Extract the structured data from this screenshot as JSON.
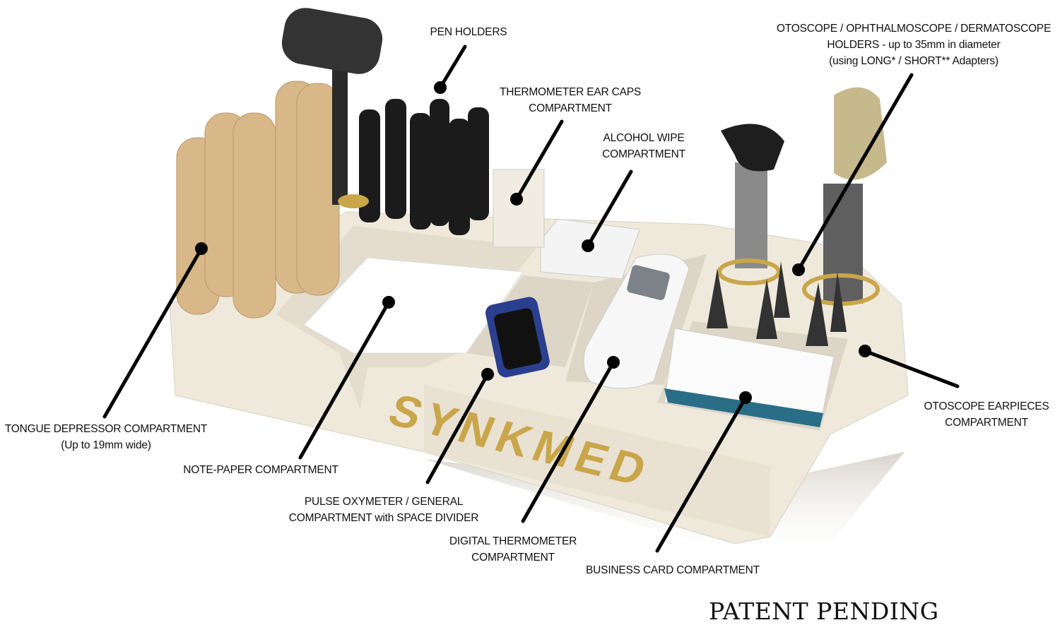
{
  "logo_text": "SYNKMED",
  "patent": "PATENT PENDING",
  "colors": {
    "tray": "#efe9dc",
    "compartment": "#e2dccd",
    "wood": "#d8b888",
    "gold": "#c9a64a",
    "callout": "#000000"
  },
  "callouts": [
    {
      "id": "pen-holders",
      "lines": [
        "PEN HOLDERS"
      ]
    },
    {
      "id": "thermometer-ear-caps",
      "lines": [
        "THERMOMETER EAR CAPS",
        "COMPARTMENT"
      ]
    },
    {
      "id": "alcohol-wipe",
      "lines": [
        "ALCOHOL WIPE",
        "COMPARTMENT"
      ]
    },
    {
      "id": "otoscope-holders",
      "lines": [
        "OTOSCOPE / OPHTHALMOSCOPE / DERMATOSCOPE",
        "HOLDERS - up to 35mm in diameter",
        "(using LONG* / SHORT** Adapters)"
      ]
    },
    {
      "id": "tongue-depressor",
      "lines": [
        "TONGUE DEPRESSOR COMPARTMENT",
        "(Up to 19mm wide)"
      ]
    },
    {
      "id": "note-paper",
      "lines": [
        "NOTE-PAPER COMPARTMENT"
      ]
    },
    {
      "id": "pulse-oximeter",
      "lines": [
        "PULSE OXYMETER / GENERAL",
        "COMPARTMENT with SPACE DIVIDER"
      ]
    },
    {
      "id": "digital-thermometer",
      "lines": [
        "DIGITAL THERMOMETER",
        "COMPARTMENT"
      ]
    },
    {
      "id": "business-card",
      "lines": [
        "BUSINESS CARD COMPARTMENT"
      ]
    },
    {
      "id": "otoscope-earpieces",
      "lines": [
        "OTOSCOPE EARPIECES",
        "COMPARTMENT"
      ]
    }
  ]
}
